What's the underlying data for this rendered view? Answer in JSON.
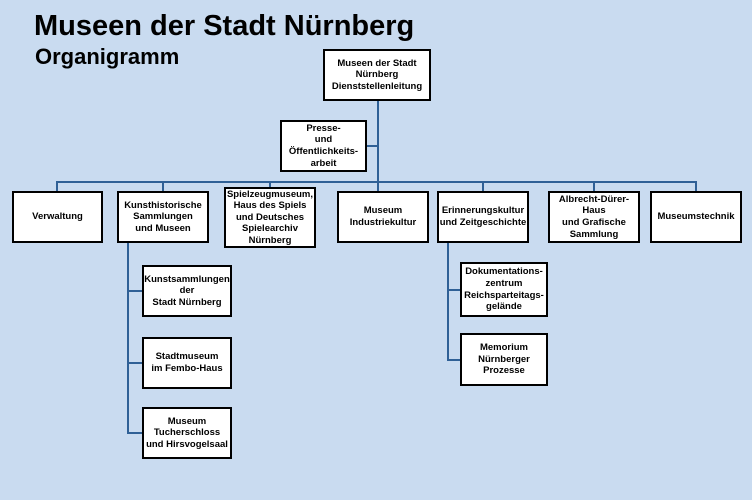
{
  "header": {
    "title": "Museen der Stadt Nürnberg",
    "subtitle": "Organigramm"
  },
  "colors": {
    "background": "#C9DBF0",
    "connector_line": "#2F6096",
    "box_fill": "#FFFFFF",
    "box_border": "#000000",
    "text": "#000000"
  },
  "org": {
    "root": {
      "label": "Museen der Stadt\nNürnberg\nDienststellenleitung"
    },
    "staff": {
      "label": "Presse-\nund\nÖffentlichkeits-\narbeit"
    },
    "departments": [
      {
        "id": "verwaltung",
        "label": "Verwaltung"
      },
      {
        "id": "kunsthistorische",
        "label": "Kunsthistorische\nSammlungen\nund Museen"
      },
      {
        "id": "spielzeugmuseum",
        "label": "Spielzeugmuseum,\nHaus des Spiels\nund Deutsches\nSpielearchiv\nNürnberg"
      },
      {
        "id": "industriekultur",
        "label": "Museum\nIndustriekultur"
      },
      {
        "id": "erinnerungskultur",
        "label": "Erinnerungskultur\nund Zeitgeschichte"
      },
      {
        "id": "albrecht-duerer",
        "label": "Albrecht-Dürer-\nHaus\nund Grafische\nSammlung"
      },
      {
        "id": "museumstechnik",
        "label": "Museumstechnik"
      }
    ],
    "sub_kunsthistorische": [
      {
        "id": "kunstsammlungen",
        "label": "Kunstsammlungen\nder\nStadt Nürnberg"
      },
      {
        "id": "stadtmuseum",
        "label": "Stadtmuseum\nim Fembo-Haus"
      },
      {
        "id": "tucherschloss",
        "label": "Museum\nTucherschloss\nund Hirsvogelsaal"
      }
    ],
    "sub_erinnerungskultur": [
      {
        "id": "dokuzentrum",
        "label": "Dokumentations-\nzentrum\nReichsparteitags-\ngelände"
      },
      {
        "id": "memorium",
        "label": "Memorium\nNürnberger\nProzesse"
      }
    ]
  }
}
